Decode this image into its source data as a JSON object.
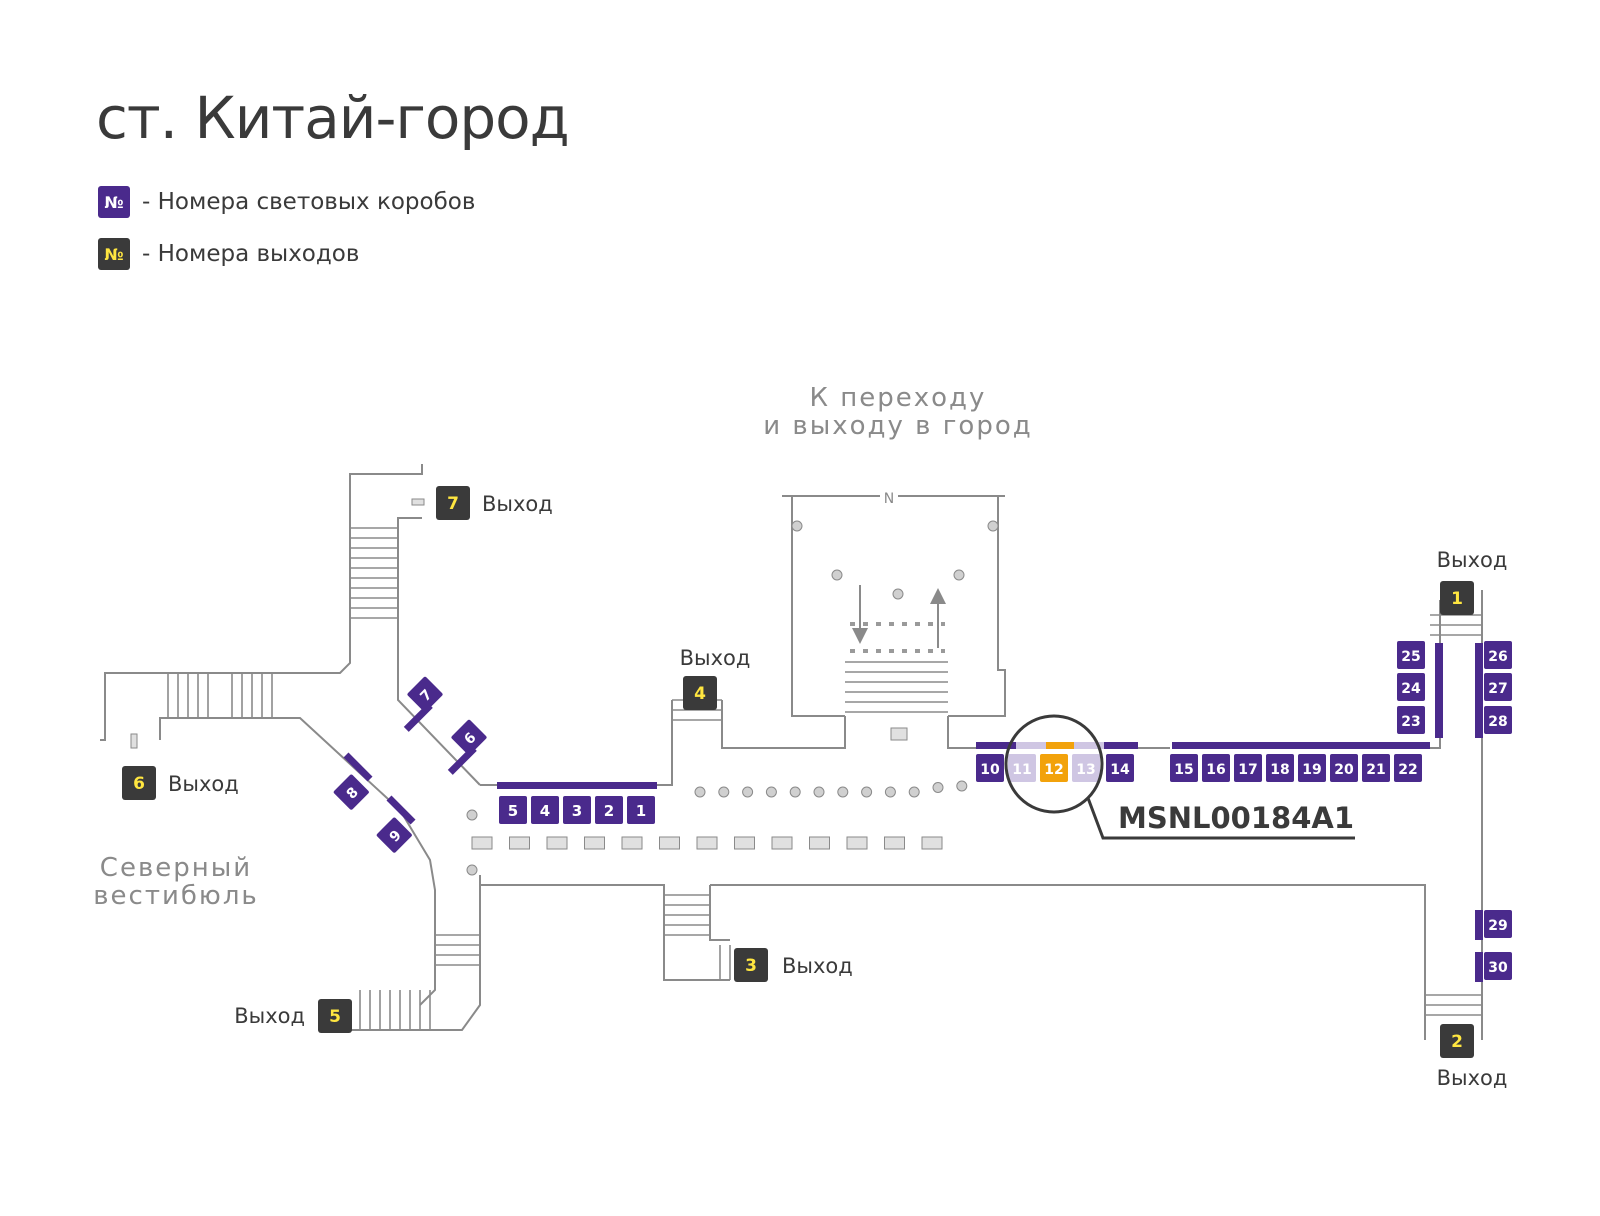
{
  "title": "ст. Китай-город",
  "legend": [
    {
      "symbol": "№",
      "text": "- Номера световых коробов",
      "kind": "lightbox"
    },
    {
      "symbol": "№",
      "text": "- Номера выходов",
      "kind": "exit"
    }
  ],
  "colors": {
    "lightbox": "#4a2a8c",
    "lightbox_inactive": "#cfc6e3",
    "highlight": "#f2a20b",
    "exit_bg": "#3a3a3a",
    "exit_text": "#ffe640",
    "wall": "#8a8a8a",
    "label": "#8a8a8a"
  },
  "area_labels": {
    "transfer_line1": "К переходу",
    "transfer_line2": "и выходу в город",
    "north_line1": "Северный",
    "north_line2": "вестибюль",
    "compass": "N"
  },
  "exit_word": "Выход",
  "exits": [
    "1",
    "2",
    "3",
    "4",
    "5",
    "6",
    "7"
  ],
  "lightboxes": [
    "1",
    "2",
    "3",
    "4",
    "5",
    "6",
    "7",
    "8",
    "9",
    "10",
    "11",
    "12",
    "13",
    "14",
    "15",
    "16",
    "17",
    "18",
    "19",
    "20",
    "21",
    "22",
    "23",
    "24",
    "25",
    "26",
    "27",
    "28",
    "29",
    "30"
  ],
  "highlighted_box": "12",
  "inactive_boxes": [
    "11",
    "13"
  ],
  "callout_code": "MSNL00184A1"
}
